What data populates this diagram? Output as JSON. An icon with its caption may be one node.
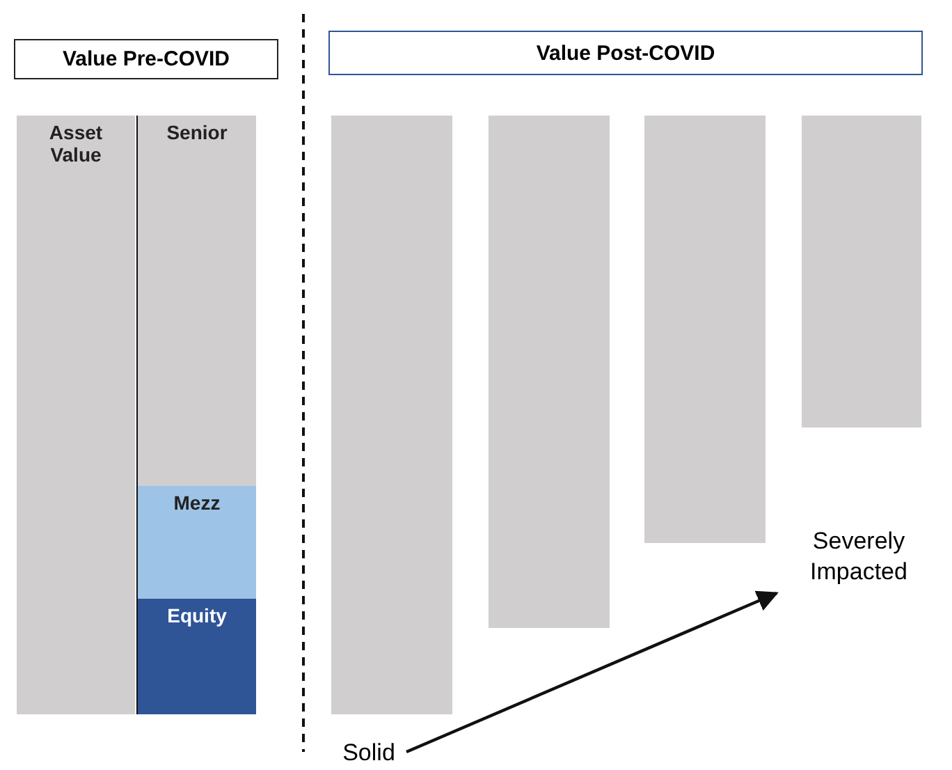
{
  "diagram": {
    "nodes": [
      {
        "text": [
          "Value Pre-COVID"
        ]
      },
      {
        "text": [
          "Value Post-COVID"
        ]
      },
      {
        "text": [
          "Asset Value"
        ]
      },
      {
        "text": [
          "Senior"
        ]
      },
      {
        "text": [
          "Mezz"
        ]
      },
      {
        "text": [
          "Equity"
        ]
      },
      {
        "text": [],
        "shape": "bar"
      },
      {
        "text": [],
        "shape": "bar"
      },
      {
        "text": [],
        "shape": "bar"
      },
      {
        "text": [],
        "shape": "bar"
      },
      {
        "text": [
          "Solid"
        ]
      },
      {
        "text": [
          "Severely Impacted"
        ]
      }
    ],
    "edges": [
      {
        "from": 10,
        "to": 11,
        "arrow": "to"
      }
    ]
  }
}
